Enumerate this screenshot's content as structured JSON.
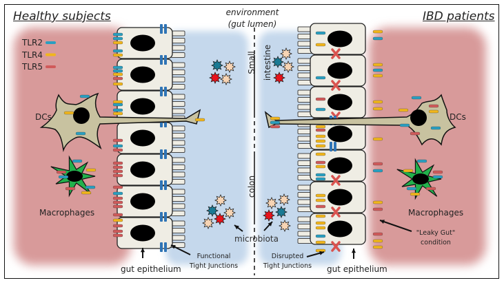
{
  "titles": {
    "healthy": "Healthy subjects",
    "ibd": "IBD patients",
    "environment_line1": "environment",
    "environment_line2": "(gut lumen)"
  },
  "legend": [
    {
      "label": "TLR2",
      "color": "#2a9fc0"
    },
    {
      "label": "TLR4",
      "color": "#f1b61c"
    },
    {
      "label": "TLR5",
      "color": "#d05a5a"
    }
  ],
  "regions": {
    "small_intestine_line1": "Small",
    "small_intestine_line2": "intestine",
    "colon": "colon"
  },
  "labels": {
    "dcs_left": "DCs",
    "dcs_right": "DCs",
    "macrophages_left": "Macrophages",
    "macrophages_right": "Macrophages",
    "gut_epithelium_left": "gut epithelium",
    "gut_epithelium_right": "gut epithelium",
    "microbiota": "microbiota",
    "functional_tj_line1": "Functional",
    "functional_tj_line2": "Tight Junctions",
    "disrupted_tj_line1": "Disrupted",
    "disrupted_tj_line2": "Tight Junctions",
    "leaky_gut_line1": "\"Leaky Gut\"",
    "leaky_gut_line2": "condition"
  },
  "colors": {
    "lamina_propria": "#d89a9a",
    "lumen": "#c5d8ec",
    "cell_fill": "#efede4",
    "nucleus": "#000000",
    "tight_junction": "#2f74b5",
    "disrupted_junction": "#d9534f",
    "dc_fill": "#c8c2a0",
    "macrophage_fill": "#22b14c",
    "microbe_teal": "#1a7a94",
    "microbe_peach": "#f7d4b4",
    "microbe_red": "#e8121b"
  }
}
